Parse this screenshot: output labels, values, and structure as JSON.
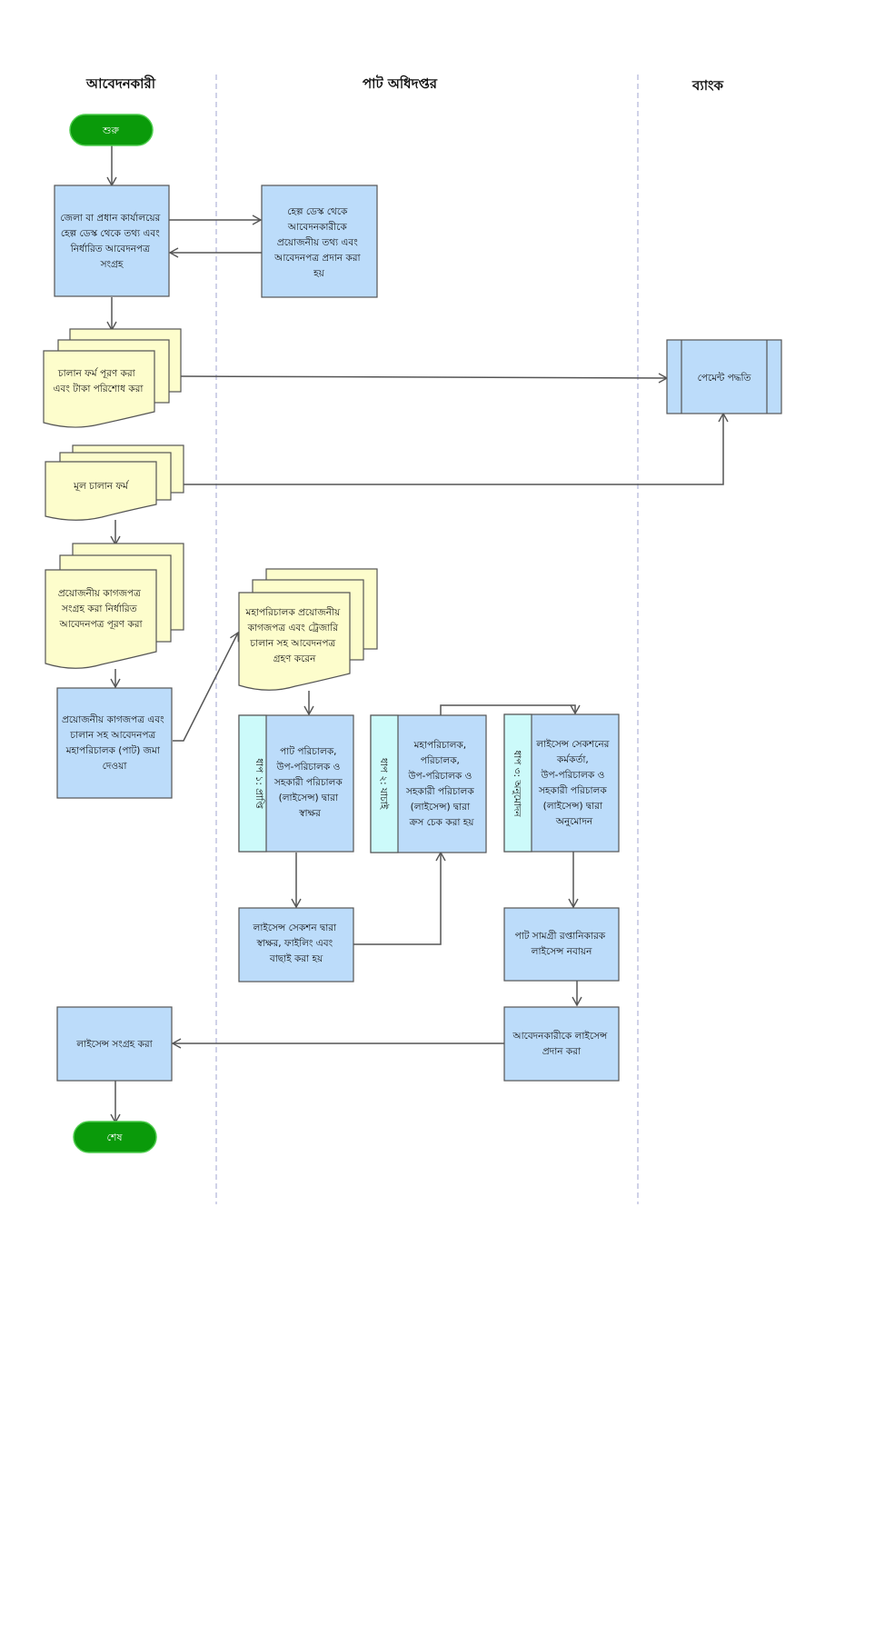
{
  "lanes": {
    "applicant": "আবেদনকারী",
    "jute_dept": "পাট অধিদপ্তর",
    "bank": "ব্যাংক"
  },
  "colors": {
    "process_fill": "#bcdcfa",
    "document_fill": "#fdfdcc",
    "terminal_fill": "#0a9a0a",
    "sidebar_fill": "#ccfafa",
    "lane_divider": "#b0b4d8",
    "stroke": "#555555"
  },
  "nodes": {
    "start": "শুরু",
    "collect_info": [
      "জেলা বা প্রধান কার্যালয়ের",
      "হেল্প ডেস্ক থেকে তথ্য এবং",
      "নির্ধারিত আবেদনপত্র",
      "সংগ্রহ"
    ],
    "help_desk": [
      "হেল্প ডেস্ক থেকে",
      "আবেদনকারীকে",
      "প্রয়োজনীয় তথ্য এবং",
      "আবেদনপত্র প্রদান করা",
      "হয়"
    ],
    "challan_fill": [
      "চালান ফর্ম পূরণ করা",
      "এবং টাকা পরিশোধ করা"
    ],
    "payment": "পেমেন্ট পদ্ধতি",
    "original_challan": "মূল চালান ফর্ম",
    "docs_collect": [
      "প্রয়োজনীয় কাগজপত্র",
      "সংগ্রহ করা নির্ধারিত",
      "আবেদনপত্র পূরণ করা"
    ],
    "submit_docs": [
      "প্রয়োজনীয় কাগজপত্র এবং",
      "চালান সহ আবেদনপত্র",
      "মহাপরিচালক (পাট) জমা",
      "দেওয়া"
    ],
    "dg_receive": [
      "মহাপরিচালক প্রয়োজনীয়",
      "কাগজপত্র এবং ট্রেজারি",
      "চালান সহ আবেদনপত্র",
      "গ্রহণ করেন"
    ],
    "step1_label": "ধাপ ১: প্রাপ্তি",
    "step1_text": [
      "পাট পরিচালক,",
      "উপ-পরিচালক ও",
      "সহকারী পরিচালক",
      "(লাইসেন্স) দ্বারা",
      "স্বাক্ষর"
    ],
    "step2_label": "ধাপ ২: যাচাই",
    "step2_text": [
      "মহাপরিচালক,",
      "পরিচালক,",
      "উপ-পরিচালক ও",
      "সহকারী পরিচালক",
      "(লাইসেন্স) দ্বারা",
      "ক্রস চেক করা হয়"
    ],
    "step3_label": "ধাপ ৩: অনুমোদন",
    "step3_text": [
      "লাইসেন্স সেকশনের",
      "কর্মকর্তা,",
      "উপ-পরিচালক ও",
      "সহকারী পরিচালক",
      "(লাইসেন্স) দ্বারা",
      "অনুমোদন"
    ],
    "license_section": [
      "লাইসেন্স সেকশন দ্বারা",
      "স্বাক্ষর, ফাইলিং এবং",
      "বাছাই করা হয়"
    ],
    "renewal": [
      "পাট সামগ্রী রপ্তানিকারক",
      "লাইসেন্স নবায়ন"
    ],
    "provide_license": [
      "আবেদনকারীকে লাইসেন্স",
      "প্রদান করা"
    ],
    "collect_license": "লাইসেন্স সংগ্রহ করা",
    "end": "শেষ"
  }
}
